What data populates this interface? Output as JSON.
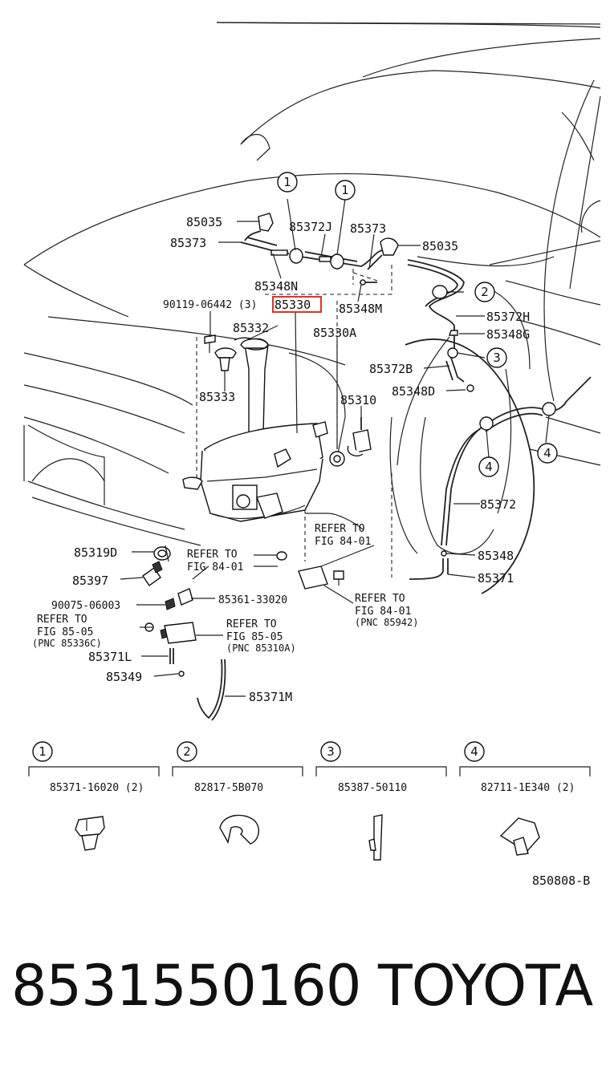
{
  "highlight_color": "#e0312a",
  "callouts": {
    "c85035a": "85035",
    "c85372J": "85372J",
    "c85373a": "85373",
    "c85373b": "85373",
    "c85035b": "85035",
    "c85348N": "85348N",
    "c90119": "90119-06442 (3)",
    "c85330": "85330",
    "c85348M": "85348M",
    "c85332": "85332",
    "c85330A": "85330A",
    "c85372H": "85372H",
    "c85348G": "85348G",
    "c85372B": "85372B",
    "c85348D": "85348D",
    "c85333": "85333",
    "c85310": "85310",
    "c85372": "85372",
    "c85319D": "85319D",
    "c85397": "85397",
    "c85348": "85348",
    "c85371": "85371",
    "c90075": "90075-06003",
    "c85361": "85361-33020",
    "c85371L": "85371L",
    "c85349": "85349",
    "c85371M": "85371M"
  },
  "circle_labels": [
    "1",
    "1",
    "2",
    "3",
    "4",
    "4"
  ],
  "refer_notes": {
    "r1a": "REFER TO",
    "r1b": "FIG 84-01",
    "r2a": "REFER TO",
    "r2b": "FIG 84-01",
    "r3a": "REFER TO",
    "r3b": "FIG 84-01",
    "r3c": "(PNC 85942)",
    "r4a": "REFER TO",
    "r4b": "FIG 85-05",
    "r4c": "(PNC 85336C)",
    "r5a": "REFER TO",
    "r5b": "FIG 85-05",
    "r5c": "(PNC 85310A)"
  },
  "legend": [
    {
      "num": "1",
      "part": "85371-16020 (2)"
    },
    {
      "num": "2",
      "part": "82817-5B070"
    },
    {
      "num": "3",
      "part": "85387-50110"
    },
    {
      "num": "4",
      "part": "82711-1E340 (2)"
    }
  ],
  "diagram_code": "850808-B",
  "caption": {
    "part_number": "8531550160",
    "brand": "TOYOTA"
  }
}
